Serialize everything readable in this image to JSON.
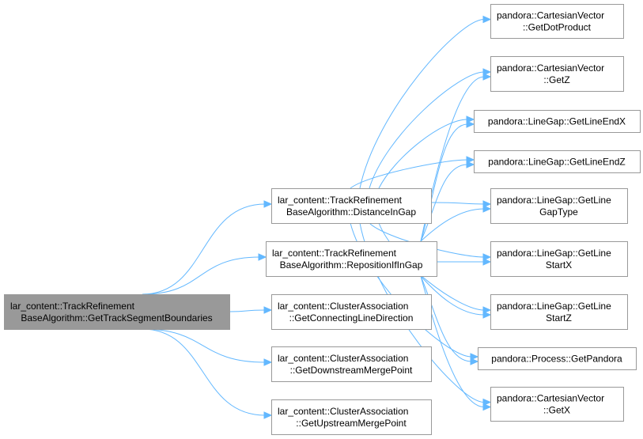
{
  "colors": {
    "root_fill": "#999999",
    "node_fill": "#ffffff",
    "node_border": "#999999",
    "edge": "#63b8ff"
  },
  "nodes": [
    {
      "id": "root",
      "lines": [
        "lar_content::TrackRefinement",
        "BaseAlgorithm::GetTrackSegmentBoundaries"
      ],
      "root": true
    },
    {
      "id": "distance",
      "lines": [
        "lar_content::TrackRefinement",
        "BaseAlgorithm::DistanceInGap"
      ]
    },
    {
      "id": "reposition",
      "lines": [
        "lar_content::TrackRefinement",
        "BaseAlgorithm::RepositionIfInGap"
      ]
    },
    {
      "id": "connecting",
      "lines": [
        "lar_content::ClusterAssociation",
        "::GetConnectingLineDirection"
      ]
    },
    {
      "id": "downstream",
      "lines": [
        "lar_content::ClusterAssociation",
        "::GetDownstreamMergePoint"
      ]
    },
    {
      "id": "upstream",
      "lines": [
        "lar_content::ClusterAssociation",
        "::GetUpstreamMergePoint"
      ]
    },
    {
      "id": "dot",
      "lines": [
        "pandora::CartesianVector",
        "::GetDotProduct"
      ]
    },
    {
      "id": "getz",
      "lines": [
        "pandora::CartesianVector",
        "::GetZ"
      ]
    },
    {
      "id": "endx",
      "lines": [
        "pandora::LineGap::GetLineEndX"
      ]
    },
    {
      "id": "endz",
      "lines": [
        "pandora::LineGap::GetLineEndZ"
      ]
    },
    {
      "id": "gaptype",
      "lines": [
        "pandora::LineGap::GetLine",
        "GapType"
      ]
    },
    {
      "id": "startx",
      "lines": [
        "pandora::LineGap::GetLine",
        "StartX"
      ]
    },
    {
      "id": "startz",
      "lines": [
        "pandora::LineGap::GetLine",
        "StartZ"
      ]
    },
    {
      "id": "pandora",
      "lines": [
        "pandora::Process::GetPandora"
      ]
    },
    {
      "id": "getx",
      "lines": [
        "pandora::CartesianVector",
        "::GetX"
      ]
    }
  ],
  "edges": [
    {
      "from": "root",
      "to": "distance"
    },
    {
      "from": "root",
      "to": "reposition"
    },
    {
      "from": "root",
      "to": "connecting"
    },
    {
      "from": "root",
      "to": "downstream"
    },
    {
      "from": "root",
      "to": "upstream"
    },
    {
      "from": "distance",
      "to": "dot"
    },
    {
      "from": "distance",
      "to": "getz"
    },
    {
      "from": "distance",
      "to": "endx"
    },
    {
      "from": "distance",
      "to": "endz"
    },
    {
      "from": "distance",
      "to": "gaptype"
    },
    {
      "from": "distance",
      "to": "startx"
    },
    {
      "from": "distance",
      "to": "startz"
    },
    {
      "from": "distance",
      "to": "pandora"
    },
    {
      "from": "distance",
      "to": "getx"
    },
    {
      "from": "reposition",
      "to": "getz"
    },
    {
      "from": "reposition",
      "to": "endx"
    },
    {
      "from": "reposition",
      "to": "endz"
    },
    {
      "from": "reposition",
      "to": "gaptype"
    },
    {
      "from": "reposition",
      "to": "startx"
    },
    {
      "from": "reposition",
      "to": "startz"
    },
    {
      "from": "reposition",
      "to": "pandora"
    },
    {
      "from": "reposition",
      "to": "getx"
    }
  ]
}
